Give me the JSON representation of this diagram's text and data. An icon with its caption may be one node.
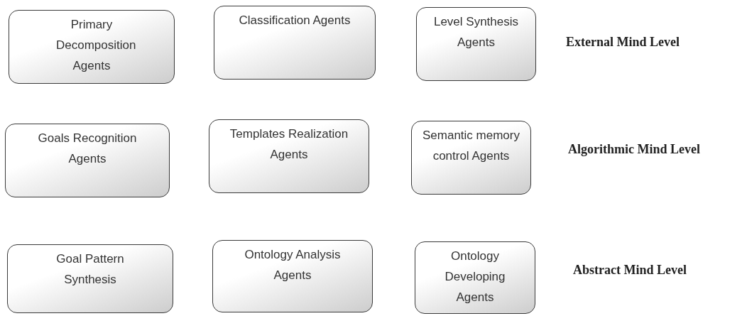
{
  "diagram": {
    "nodes": [
      {
        "text": [
          "Primary Decomposition Agents"
        ]
      },
      {
        "text": [
          "Classification Agents"
        ]
      },
      {
        "text": [
          "Level Synthesis Agents"
        ]
      },
      {
        "text": [
          "Goals Recognition Agents"
        ]
      },
      {
        "text": [
          "Templates Realization Agents"
        ]
      },
      {
        "text": [
          "Semantic memory control Agents"
        ]
      },
      {
        "text": [
          "Goal Pattern Synthesis"
        ]
      },
      {
        "text": [
          "Ontology Analysis Agents"
        ]
      },
      {
        "text": [
          "Ontology Developing Agents"
        ]
      }
    ],
    "labels": [
      "External Mind Level",
      "Algorithmic Mind Level",
      "Abstract Mind Level"
    ]
  }
}
